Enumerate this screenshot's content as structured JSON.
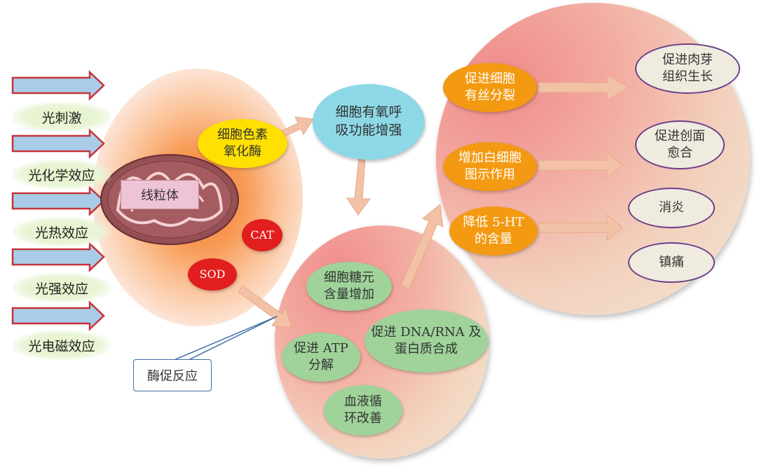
{
  "colors": {
    "inputArrowFill": "#a9cde8",
    "inputArrowStroke": "#c5343a",
    "flowArrow": "#f2c1a6",
    "yellowNode": "#ffe000",
    "cyanNode": "#8dd8e6",
    "greenNode": "#9fd39a",
    "redNode": "#e21e1e",
    "orangeNode": "#f39a12",
    "purpleBorder": "#6b3f8a",
    "calloutBorder": "#3f6ea7"
  },
  "inputs": [
    "光刺激",
    "光化学效应",
    "光热效应",
    "光强效应",
    "光电磁效应"
  ],
  "left": {
    "mitochondria": "线粒体",
    "cytochrome": "细胞色素\n氧化酶",
    "cat": "CAT",
    "sod": "SOD"
  },
  "respiration": "细胞有氧呼\n吸功能增强",
  "middle": {
    "glycogen": "细胞糖元\n含量增加",
    "dna": "促进 DNA/RNA 及\n蛋白质合成",
    "atp": "促进 ATP\n分解",
    "blood": "血液循\n环改善"
  },
  "callout": "酶促反应",
  "right": {
    "mitosis": "促进细胞\n有丝分裂",
    "whiteCell": "增加白细胞\n图示作用",
    "serotonin": "降低 5-HT\n的含量"
  },
  "outcomes": [
    "促进肉芽\n组织生长",
    "促进创面\n愈合",
    "消炎",
    "镇痛"
  ]
}
